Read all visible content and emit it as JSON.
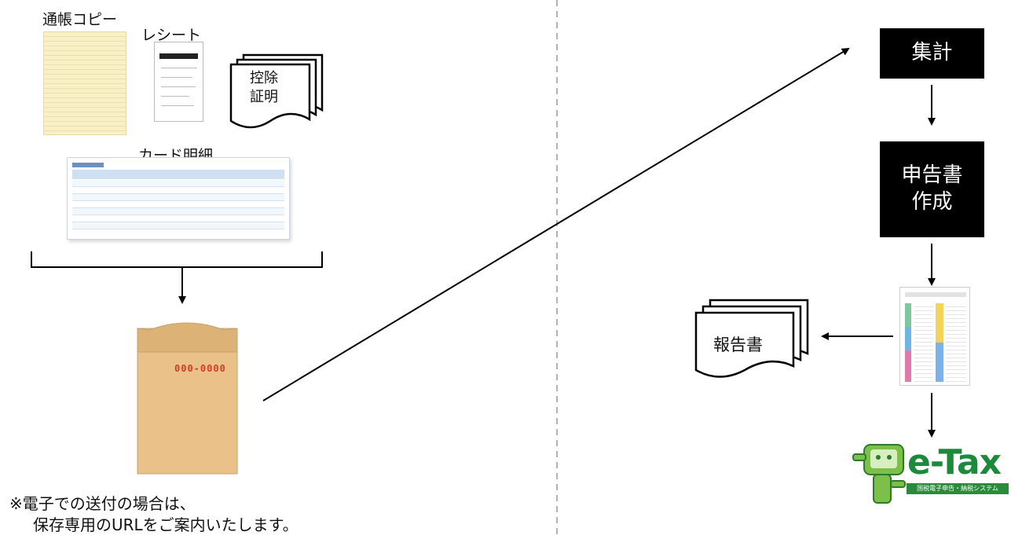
{
  "left": {
    "passbook_label": "通帳コピー",
    "receipt_label": "レシート",
    "deduction_label_line1": "控除",
    "deduction_label_line2": "証明",
    "card_label": "カード明細",
    "envelope_code": "000-0000",
    "note_line1": "※電子での送付の場合は、",
    "note_line2": "保存専用のURLをご案内いたします。"
  },
  "right": {
    "step1": "集計",
    "step2_line1": "申告書",
    "step2_line2": "作成",
    "report_label": "報告書",
    "etax_logo": "e-Tax",
    "etax_sub": "国税電子申告・納税システム"
  },
  "colors": {
    "envelope": "#e9c189",
    "envelope_code": "#d23a2a",
    "box": "#000000",
    "etax_green": "#1c8a3a"
  }
}
